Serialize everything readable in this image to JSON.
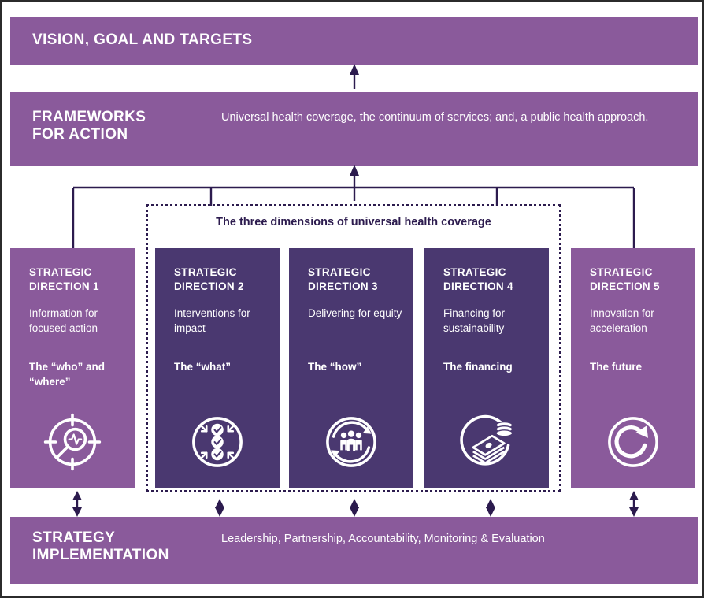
{
  "diagram": {
    "top_section": {
      "title": "VISION, GOAL AND TARGETS"
    },
    "frameworks_section": {
      "title": "FRAMEWORKS\nFOR ACTION",
      "body": "Universal health coverage, the continuum of services; and, a public health approach."
    },
    "uhc_box": {
      "heading": "The three dimensions of universal health coverage"
    },
    "columns": [
      {
        "number": "STRATEGIC\nDIRECTION 1",
        "description": "Information for focused action",
        "tag": "The “who” and “where”",
        "icon": "target-magnifier-heartbeat-icon",
        "shade": "light"
      },
      {
        "number": "STRATEGIC\nDIRECTION 2",
        "description": "Interventions for impact",
        "tag": "The “what”",
        "icon": "checkmarks-in-circle-icon",
        "shade": "dark"
      },
      {
        "number": "STRATEGIC\nDIRECTION 3",
        "description": "Delivering for equity",
        "tag": "The “how”",
        "icon": "people-cycle-icon",
        "shade": "dark"
      },
      {
        "number": "STRATEGIC\nDIRECTION 4",
        "description": "Financing for sustainability",
        "tag": "The financing",
        "icon": "money-coins-icon",
        "shade": "dark"
      },
      {
        "number": "STRATEGIC\nDIRECTION 5",
        "description": "Innovation for acceleration",
        "tag": "The future",
        "icon": "circular-arrow-renewal-icon",
        "shade": "light"
      }
    ],
    "bottom_section": {
      "title": "STRATEGY\nIMPLEMENTATION",
      "body": "Leadership, Partnership, Accountability, Monitoring & Evaluation"
    },
    "colors": {
      "light_purple": "#8a5a9b",
      "dark_purple": "#4a3870",
      "navy_text": "#2c1b4e",
      "frame_border": "#2b2b2b",
      "white": "#ffffff"
    }
  }
}
